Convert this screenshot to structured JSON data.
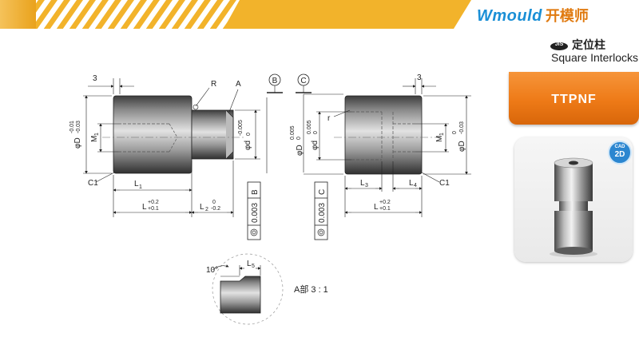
{
  "header": {
    "brand_en": "Wmould",
    "brand_cn": "开模师",
    "badge": "JIS",
    "title_cn": "定位柱",
    "subtitle": "Square Interlocks"
  },
  "product": {
    "code": "TTPNF",
    "cad_badge_top": "CAD",
    "cad_badge_main": "2D"
  },
  "drawing": {
    "left_view": {
      "dim_3": "3",
      "label_R": "R",
      "label_A": "A",
      "dim_D": "φD",
      "dim_D_tol_upper": "-0.01",
      "dim_D_tol_lower": "-0.03",
      "dim_M": "M",
      "dim_M_sub": "1",
      "dim_d": "φd",
      "dim_d_tol_upper": "-0.005",
      "dim_d_tol_lower": "0",
      "chamfer": "C1",
      "dim_L1": "L",
      "dim_L1_sub": "1",
      "dim_L": "L",
      "dim_L_tol_upper": "+0.2",
      "dim_L_tol_lower": "+0.1",
      "dim_L2": "L",
      "dim_L2_sub": "2",
      "dim_L2_tol_upper": "0",
      "dim_L2_tol_lower": "-0.2",
      "datum": "B",
      "tolerance_value": "0.003",
      "tolerance_datum": "B"
    },
    "right_view": {
      "dim_3": "3",
      "label_r": "r",
      "datum": "C",
      "dim_d": "φd",
      "dim_d_tol_upper": "0.005",
      "dim_d_tol_lower": "0",
      "dim_D_inner": "φD",
      "dim_D_inner_tol_upper": "0.005",
      "dim_D_inner_tol_lower": "0",
      "dim_D": "φD",
      "dim_D_tol_upper": "0",
      "dim_D_tol_lower": "-0.03",
      "dim_M": "M",
      "dim_M_sub": "1",
      "chamfer": "C1",
      "dim_L3": "L",
      "dim_L3_sub": "3",
      "dim_L4": "L",
      "dim_L4_sub": "4",
      "dim_L": "L",
      "dim_L_tol_upper": "+0.2",
      "dim_L_tol_lower": "+0.1",
      "tolerance_value": "0.003",
      "tolerance_datum": "C"
    },
    "detail": {
      "angle": "10°",
      "dim_L5": "L",
      "dim_L5_sub": "5",
      "caption": "A部 3 : 1"
    }
  },
  "colors": {
    "gold": "#f2b32b",
    "orange": "#ee7a17",
    "brand_blue": "#1a8fd6",
    "steel_dark": "#3d3d3d",
    "steel_mid": "#8a8a8a",
    "steel_light": "#d8d8d8"
  }
}
